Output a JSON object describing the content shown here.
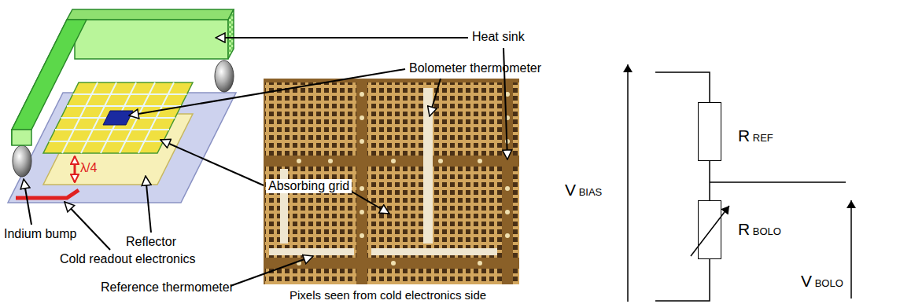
{
  "diagram": {
    "nodes": [
      {
        "text": [
          "R REF"
        ]
      },
      {
        "text": [
          "R BOLO"
        ]
      }
    ],
    "edges": [
      {
        "from": 0,
        "to": 1,
        "arrow": "none"
      }
    ],
    "labels": [
      "Heat sink",
      "Bolometer thermometer",
      "Absorbing grid",
      "Indium bump",
      "Reflector",
      "Cold readout electronics",
      "λ/4",
      "Reference thermometer",
      "Pixels seen from cold electronics side",
      "V BIAS",
      "V BOLO"
    ]
  }
}
